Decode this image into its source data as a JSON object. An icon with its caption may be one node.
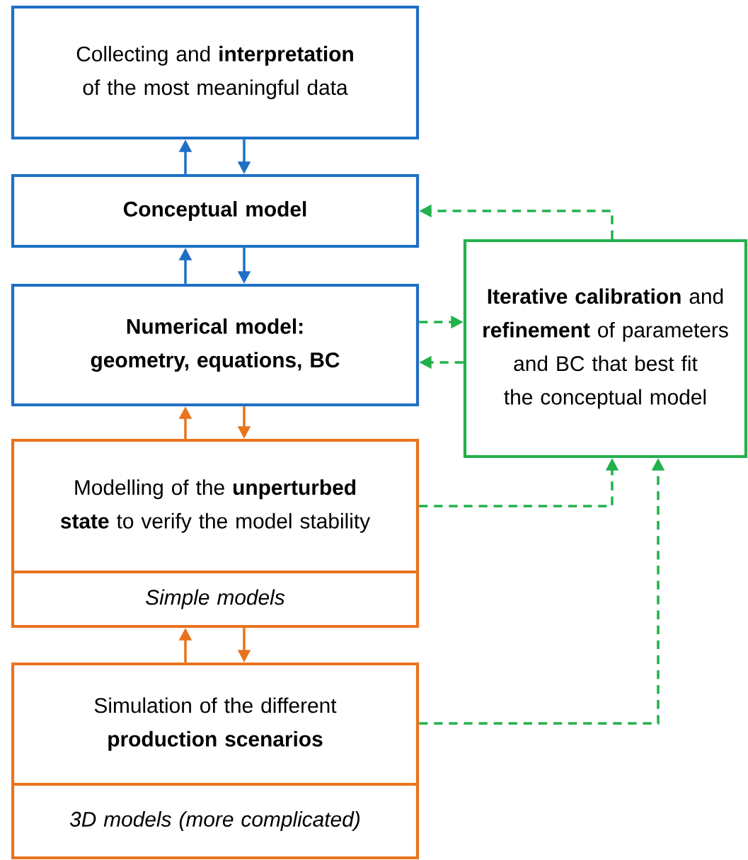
{
  "diagram": {
    "nodes": [
      {
        "text": [
          "Collecting and **interpretation** of the most meaningful data"
        ]
      },
      {
        "text": [
          "Conceptual model"
        ]
      },
      {
        "text": [
          "Numerical model: geometry, equations, BC"
        ]
      },
      {
        "text": [
          "**Iterative calibration** and **refinement** of parameters and BC that best fit the conceptual model"
        ]
      },
      {
        "text": [
          "Modelling of the **unperturbed state** to verify the model stability",
          "Simple models"
        ]
      },
      {
        "text": [
          "Simulation of the different **production scenarios**",
          "3D models (more complicated)"
        ]
      }
    ],
    "edges": [
      {
        "from": 1,
        "to": 0,
        "arrow": "to",
        "color": "#1f6fc5"
      },
      {
        "from": 0,
        "to": 1,
        "arrow": "to",
        "color": "#1f6fc5"
      },
      {
        "from": 2,
        "to": 1,
        "arrow": "to",
        "color": "#1f6fc5"
      },
      {
        "from": 1,
        "to": 2,
        "arrow": "to",
        "color": "#1f6fc5"
      },
      {
        "from": 4,
        "to": 2,
        "arrow": "to",
        "color": "#e8731e"
      },
      {
        "from": 2,
        "to": 4,
        "arrow": "to",
        "color": "#e8731e"
      },
      {
        "from": 5,
        "to": 4,
        "arrow": "to",
        "color": "#e8731e"
      },
      {
        "from": 4,
        "to": 5,
        "arrow": "to",
        "color": "#e8731e"
      },
      {
        "from": 3,
        "to": 1,
        "arrow": "to",
        "style": "dashed",
        "color": "#22b14c"
      },
      {
        "from": 2,
        "to": 3,
        "arrow": "to",
        "style": "dashed",
        "color": "#22b14c"
      },
      {
        "from": 3,
        "to": 2,
        "arrow": "to",
        "style": "dashed",
        "color": "#22b14c"
      },
      {
        "from": 4,
        "to": 3,
        "arrow": "to",
        "style": "dashed",
        "color": "#22b14c"
      },
      {
        "from": 5,
        "to": 3,
        "arrow": "to",
        "style": "dashed",
        "color": "#22b14c"
      }
    ]
  }
}
